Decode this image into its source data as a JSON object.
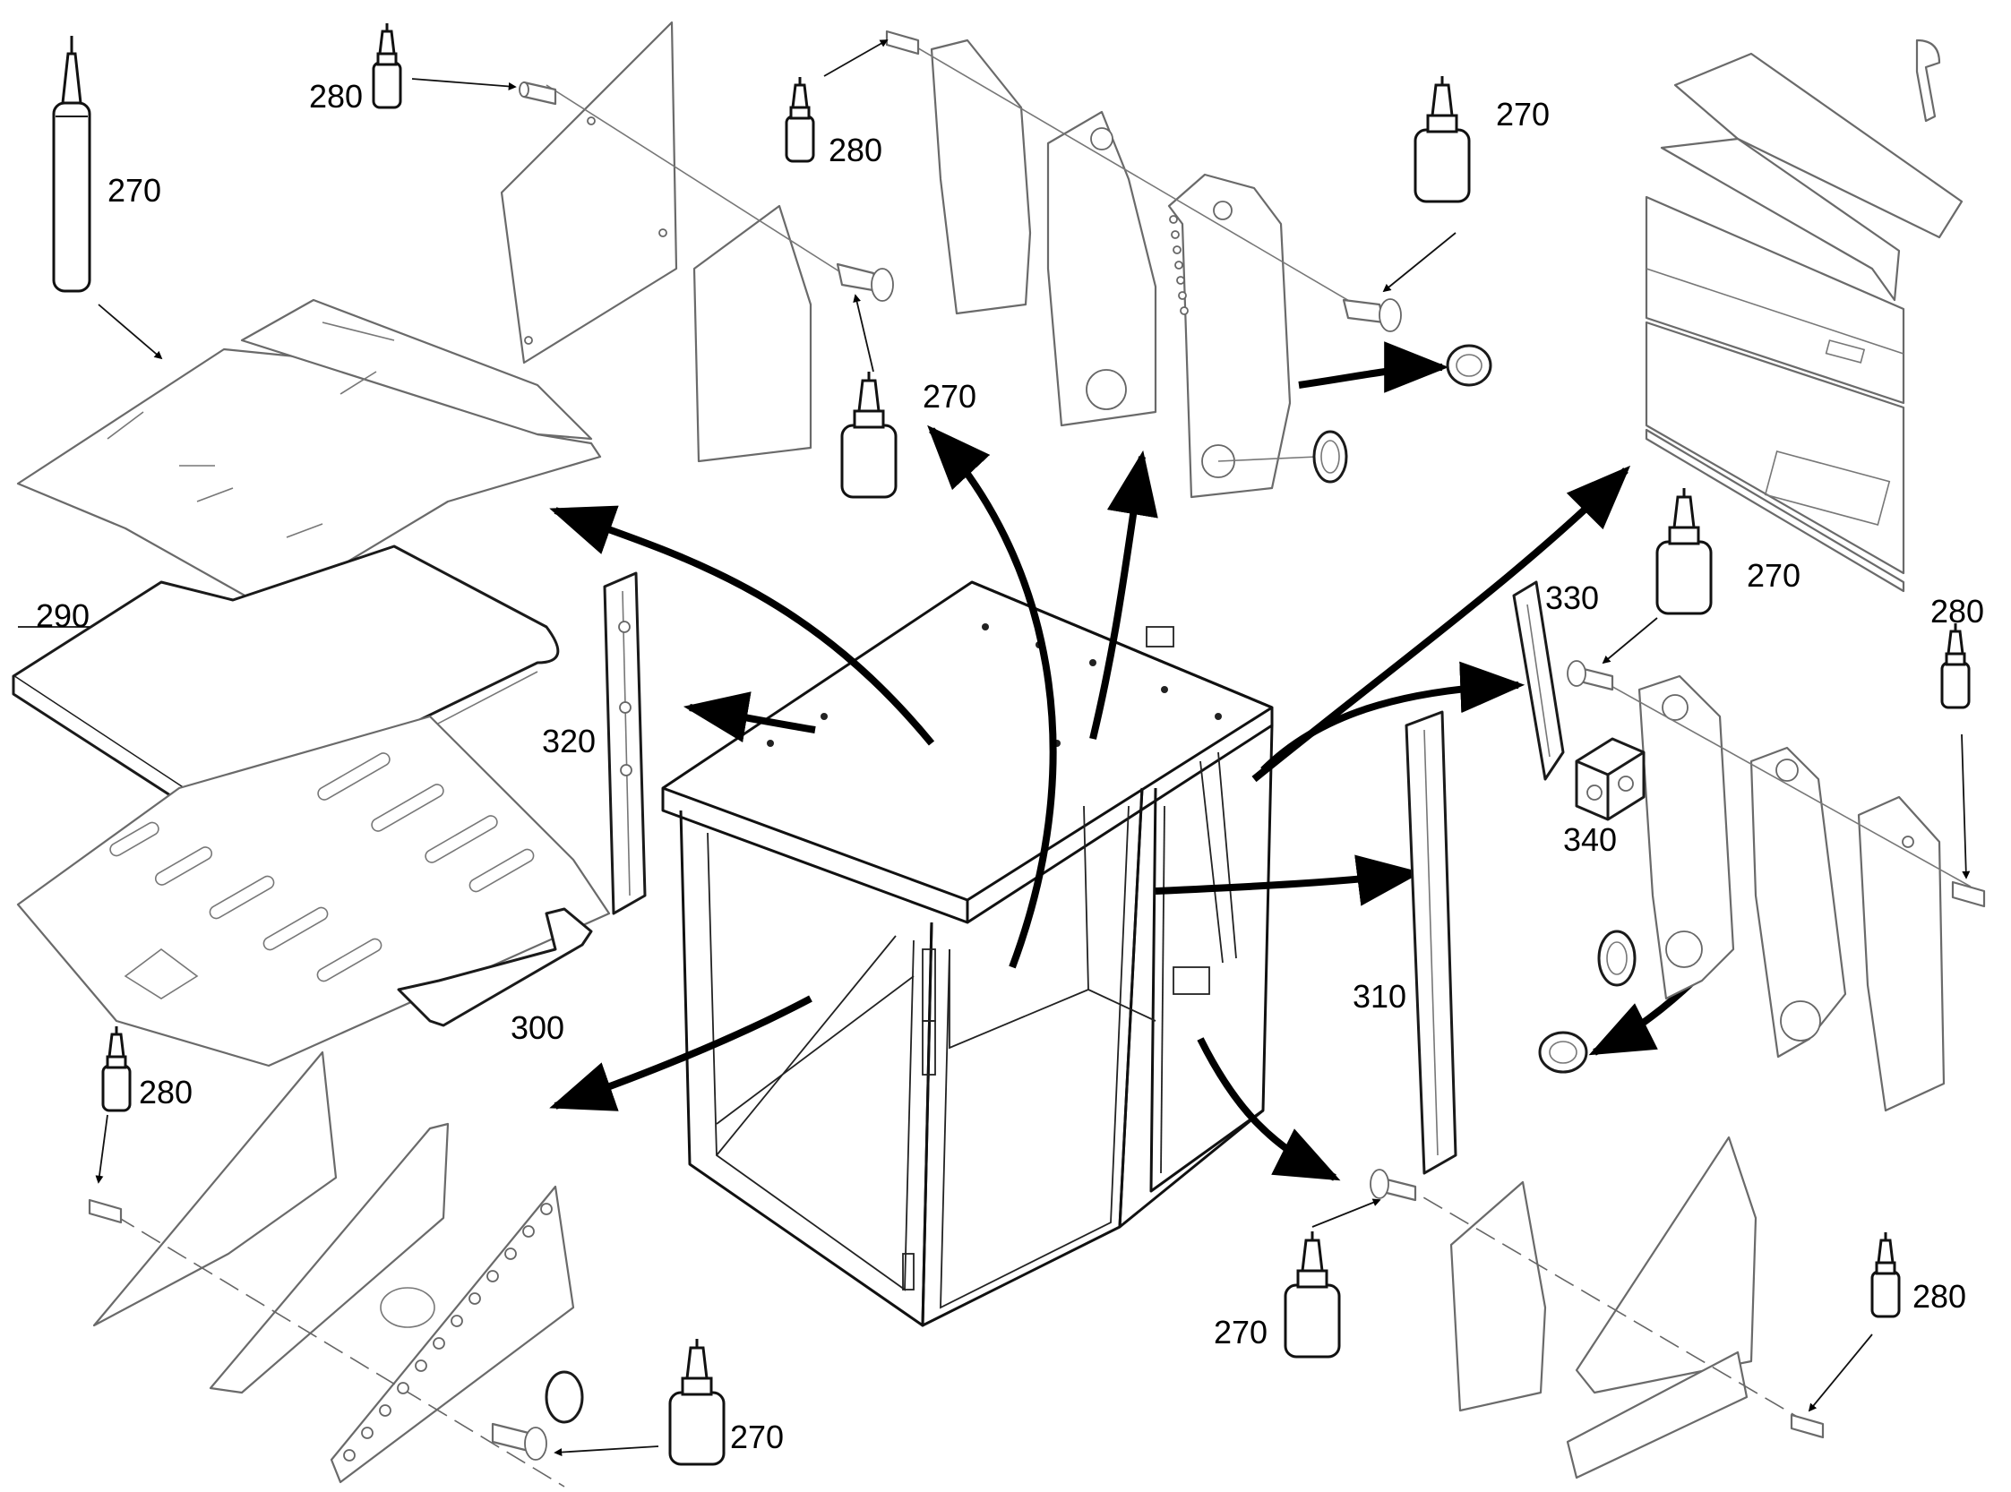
{
  "callouts": [
    {
      "id": "c270_tube",
      "text": "270"
    },
    {
      "id": "c280_a",
      "text": "280"
    },
    {
      "id": "c280_b",
      "text": "280"
    },
    {
      "id": "c270_a",
      "text": "270"
    },
    {
      "id": "c270_b",
      "text": "270"
    },
    {
      "id": "c290",
      "text": "290"
    },
    {
      "id": "c320",
      "text": "320"
    },
    {
      "id": "c300",
      "text": "300"
    },
    {
      "id": "c280_c",
      "text": "280"
    },
    {
      "id": "c270_c",
      "text": "270"
    },
    {
      "id": "c330",
      "text": "330"
    },
    {
      "id": "c340",
      "text": "340"
    },
    {
      "id": "c310",
      "text": "310"
    },
    {
      "id": "c280_d",
      "text": "280"
    },
    {
      "id": "c270_d",
      "text": "270"
    },
    {
      "id": "c270_e",
      "text": "270"
    },
    {
      "id": "c280_e",
      "text": "280"
    }
  ]
}
